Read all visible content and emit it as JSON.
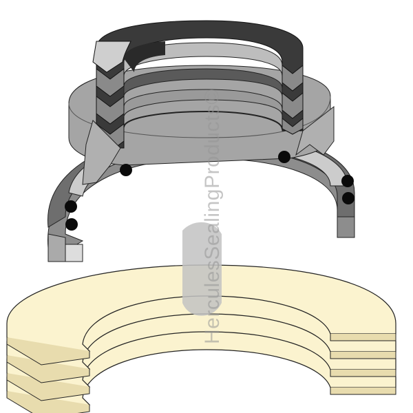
{
  "watermark": {
    "text": "HerculesSealingProducts©"
  },
  "colors": {
    "backup_ring_fill": "#fbf3cf",
    "outline": "#222222",
    "dark_rubber": "#3a3a3a",
    "light_gray": "#bdbdbd",
    "mid_gray": "#8a8a8a",
    "oring": "#0a0a0a"
  },
  "parts": [
    "seal-stack-assembly",
    "backup-ring-stack"
  ]
}
